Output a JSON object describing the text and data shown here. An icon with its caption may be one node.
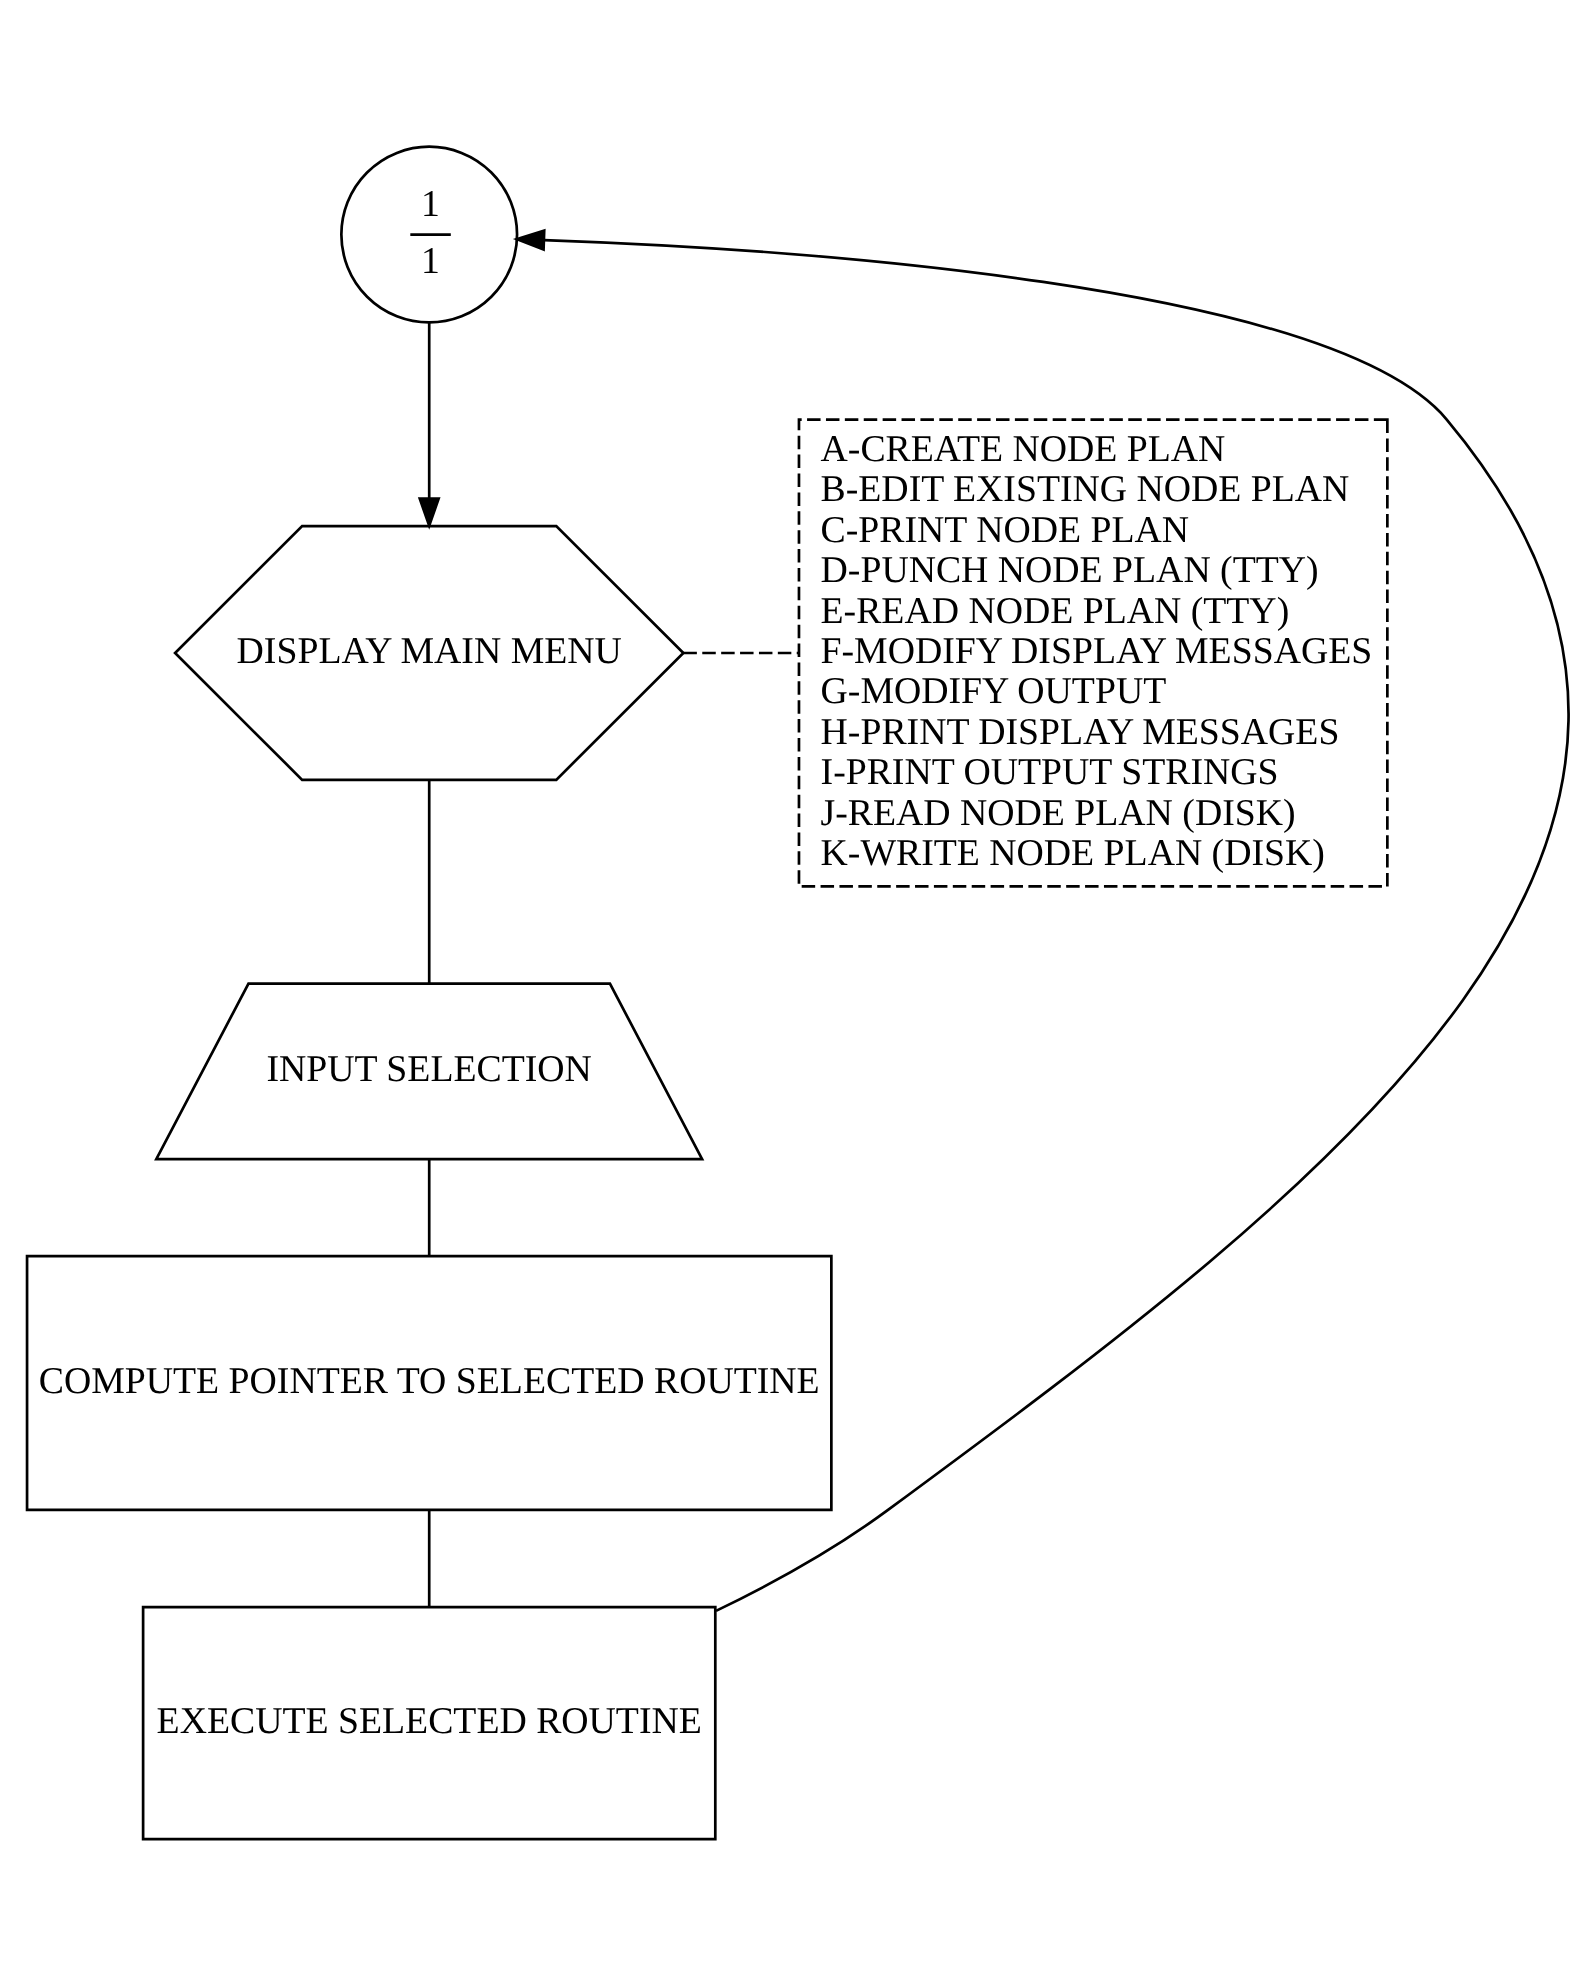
{
  "diagram": {
    "nodes": [
      {
        "text": [
          "1",
          "1"
        ]
      },
      {
        "text": [
          "DISPLAY MAIN MENU"
        ]
      },
      {
        "text": [
          "A-CREATE NODE PLAN",
          "B-EDIT EXISTING NODE PLAN",
          "C-PRINT NODE PLAN",
          "D-PUNCH NODE PLAN (TTY)",
          "E-READ NODE PLAN (TTY)",
          "F-MODIFY DISPLAY MESSAGES",
          "G-MODIFY OUTPUT",
          "H-PRINT DISPLAY MESSAGES",
          "I-PRINT OUTPUT STRINGS",
          "J-READ NODE PLAN (DISK)",
          "K-WRITE NODE PLAN (DISK)"
        ]
      },
      {
        "text": [
          "INPUT SELECTION"
        ]
      },
      {
        "text": [
          "COMPUTE POINTER TO SELECTED ROUTINE"
        ]
      },
      {
        "text": [
          "EXECUTE SELECTED ROUTINE"
        ]
      }
    ],
    "edges": [
      {
        "from": 0,
        "to": 1,
        "arrow": "to"
      },
      {
        "from": 1,
        "to": 2,
        "arrow": "none",
        "style": "dashed"
      },
      {
        "from": 1,
        "to": 3,
        "arrow": "none"
      },
      {
        "from": 3,
        "to": 4,
        "arrow": "none"
      },
      {
        "from": 4,
        "to": 5,
        "arrow": "none"
      },
      {
        "from": 5,
        "to": 0,
        "arrow": "to"
      }
    ]
  }
}
